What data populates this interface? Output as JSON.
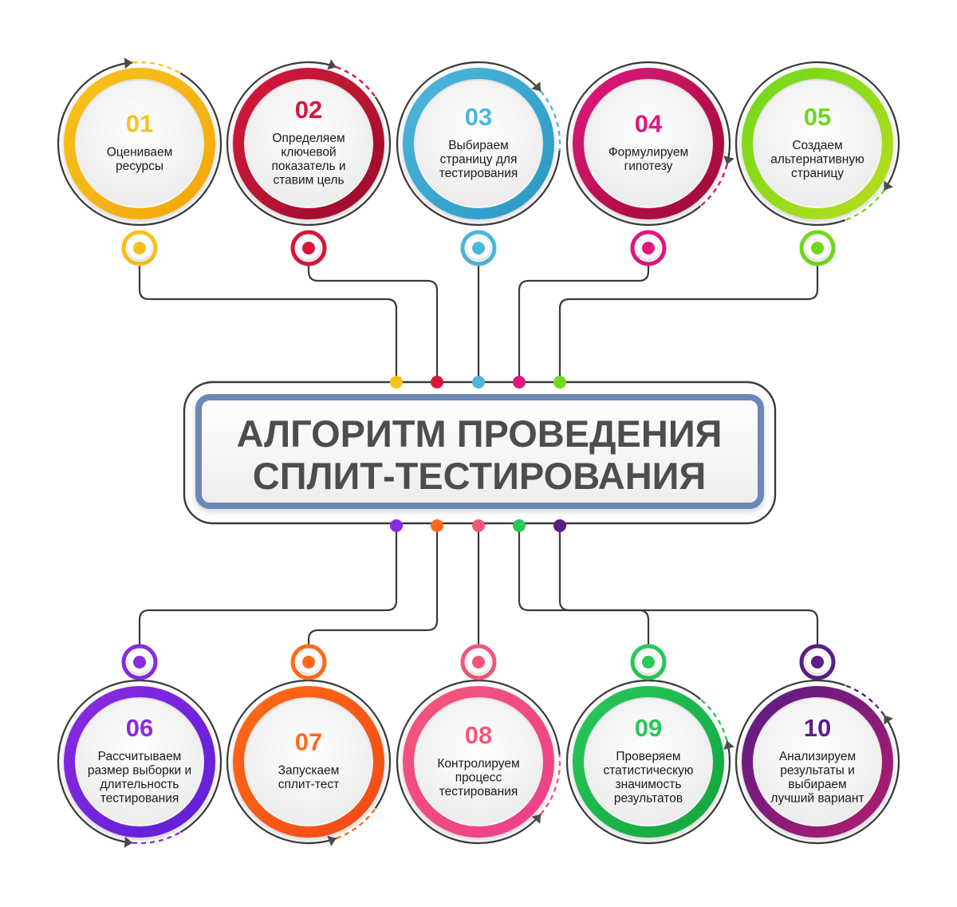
{
  "title": {
    "line1": "АЛГОРИТМ ПРОВЕДЕНИЯ",
    "line2": "СПЛИТ-ТЕСТИРОВАНИЯ"
  },
  "steps": [
    {
      "number": "01",
      "lines": [
        "Оцениваем",
        "ресурсы"
      ],
      "color": "#f7c21b",
      "color2": "#f3a80d"
    },
    {
      "number": "02",
      "lines": [
        "Определяем",
        "ключевой",
        "показатель и",
        "ставим цель"
      ],
      "color": "#d7163a",
      "color2": "#9b0f2c"
    },
    {
      "number": "03",
      "lines": [
        "Выбираем",
        "страницу для",
        "тестирования"
      ],
      "color": "#4cb6db",
      "color2": "#2a98c4"
    },
    {
      "number": "04",
      "lines": [
        "Формулируем",
        "гипотезу"
      ],
      "color": "#e0177e",
      "color2": "#9c0b2f"
    },
    {
      "number": "05",
      "lines": [
        "Создаем",
        "альтернативную",
        "страницу"
      ],
      "color": "#6fd81c",
      "color2": "#b9dd1d"
    },
    {
      "number": "06",
      "lines": [
        "Рассчитываем",
        "размер выборки и",
        "длительность",
        "тестирования"
      ],
      "color": "#8a2be2",
      "color2": "#5e1fd6"
    },
    {
      "number": "07",
      "lines": [
        "Запускаем",
        "сплит-тест"
      ],
      "color": "#ff6a1a",
      "color2": "#f24a12"
    },
    {
      "number": "08",
      "lines": [
        "Контролируем",
        "процесс",
        "тестирования"
      ],
      "color": "#f3567a",
      "color2": "#ec3f8c"
    },
    {
      "number": "09",
      "lines": [
        "Проверяем",
        "статистическую",
        "значимость",
        "результатов"
      ],
      "color": "#28c85a",
      "color2": "#12a53c"
    },
    {
      "number": "10",
      "lines": [
        "Анализируем",
        "результаты и",
        "выбираем",
        "лучший вариант"
      ],
      "color": "#5a1e84",
      "color2": "#b01f6e"
    }
  ]
}
